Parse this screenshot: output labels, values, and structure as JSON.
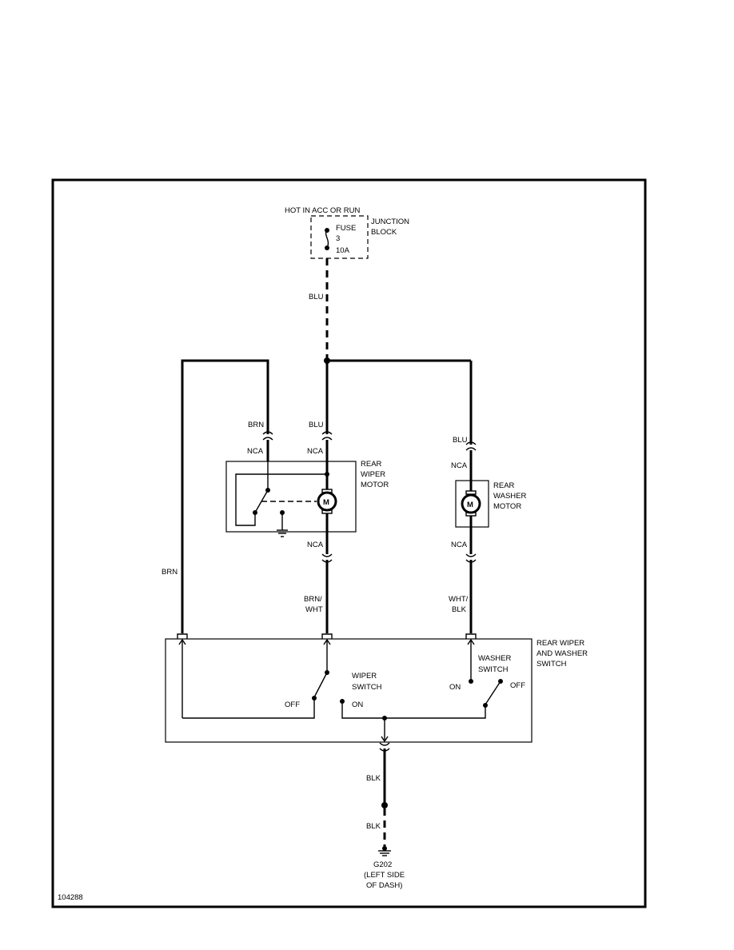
{
  "power": {
    "source_label": "HOT IN ACC OR RUN",
    "junction_block_line1": "JUNCTION",
    "junction_block_line2": "BLOCK",
    "fuse_line1": "FUSE",
    "fuse_line2": "3",
    "fuse_line3": "10A"
  },
  "wires": {
    "blu_main": "BLU",
    "brn_wiper": "BRN",
    "blu_wiper": "BLU",
    "blu_washer": "BLU",
    "brn_left": "BRN",
    "brn_wht_line1": "BRN/",
    "brn_wht_line2": "WHT",
    "wht_blk_line1": "WHT/",
    "wht_blk_line2": "BLK",
    "blk_upper": "BLK",
    "blk_lower": "BLK"
  },
  "connectors": {
    "nca_wiper_left": "NCA",
    "nca_wiper_right": "NCA",
    "nca_wiper_bottom": "NCA",
    "nca_washer_top": "NCA",
    "nca_washer_bottom": "NCA"
  },
  "components": {
    "rear_wiper_motor_line1": "REAR",
    "rear_wiper_motor_line2": "WIPER",
    "rear_wiper_motor_line3": "MOTOR",
    "rear_washer_motor_line1": "REAR",
    "rear_washer_motor_line2": "WASHER",
    "rear_washer_motor_line3": "MOTOR",
    "motor_symbol": "M",
    "switch_assembly_line1": "REAR WIPER",
    "switch_assembly_line2": "AND WASHER",
    "switch_assembly_line3": "SWITCH",
    "wiper_switch_line1": "WIPER",
    "wiper_switch_line2": "SWITCH",
    "wiper_off": "OFF",
    "wiper_on": "ON",
    "washer_switch_line1": "WASHER",
    "washer_switch_line2": "SWITCH",
    "washer_on": "ON",
    "washer_off": "OFF"
  },
  "ground": {
    "line1": "G202",
    "line2": "(LEFT SIDE",
    "line3": "OF DASH)"
  },
  "figure_id": "104288"
}
